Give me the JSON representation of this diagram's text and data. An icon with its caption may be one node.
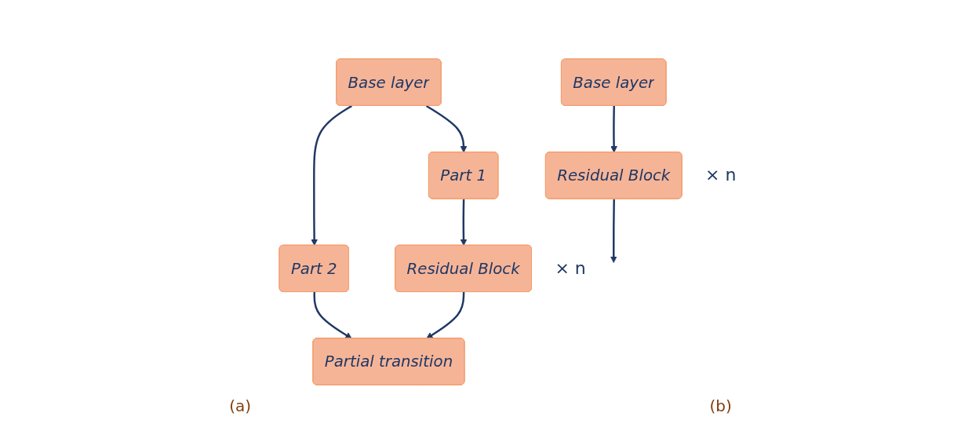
{
  "diagram": {
    "nodes": [
      {
        "text": [
          "Base layer"
        ]
      },
      {
        "text": [
          "Residual Block"
        ],
        "beside": [
          "× n"
        ]
      },
      {
        "text": [
          "Base layer"
        ]
      },
      {
        "text": [
          "Part 2"
        ]
      },
      {
        "text": [
          "Part 1"
        ]
      },
      {
        "text": [
          "Residual Block"
        ],
        "beside": [
          "× n"
        ]
      },
      {
        "text": [
          "Partial transition"
        ]
      }
    ],
    "edges": [
      {
        "from": 0,
        "to": 1,
        "arrow": "to"
      },
      {
        "from": 1,
        "to": null,
        "arrow": "to"
      },
      {
        "from": 2,
        "to": 3,
        "arrow": "to"
      },
      {
        "from": 2,
        "to": 4,
        "arrow": "to"
      },
      {
        "from": 4,
        "to": 5,
        "arrow": "to"
      },
      {
        "from": 3,
        "to": 6,
        "arrow": "to"
      },
      {
        "from": 5,
        "to": 6,
        "arrow": "to"
      }
    ],
    "labels": [
      "(a)",
      "(b)"
    ]
  }
}
